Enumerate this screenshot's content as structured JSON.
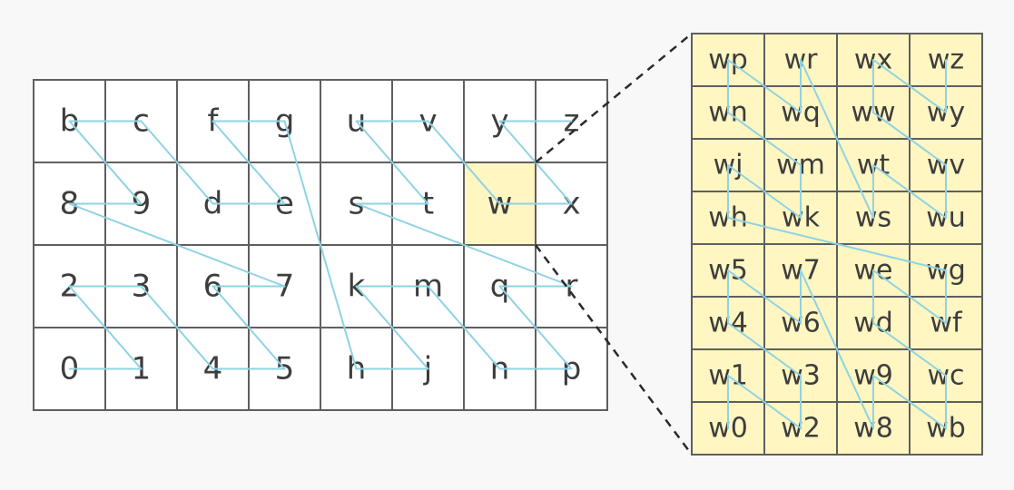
{
  "colors": {
    "background": "#f8f8f8",
    "grid_line": "#5f5f5f",
    "cell_fill": "#ffffff",
    "highlight_fill": "#fff6c2",
    "path_line": "#8fd3e3",
    "text": "#3d3d3d",
    "connector": "#2b2b2b"
  },
  "main_grid": {
    "highlight": "w",
    "rows": [
      [
        "b",
        "c",
        "f",
        "g",
        "u",
        "v",
        "y",
        "z"
      ],
      [
        "8",
        "9",
        "d",
        "e",
        "s",
        "t",
        "w",
        "x"
      ],
      [
        "2",
        "3",
        "6",
        "7",
        "k",
        "m",
        "q",
        "r"
      ],
      [
        "0",
        "1",
        "4",
        "5",
        "h",
        "j",
        "n",
        "p"
      ]
    ],
    "path_order": [
      "0",
      "1",
      "2",
      "3",
      "4",
      "5",
      "6",
      "7",
      "8",
      "9",
      "b",
      "c",
      "d",
      "e",
      "f",
      "g",
      "h",
      "j",
      "k",
      "m",
      "n",
      "p",
      "q",
      "r",
      "s",
      "t",
      "u",
      "v",
      "w",
      "x",
      "y",
      "z"
    ]
  },
  "zoom_grid": {
    "rows": [
      [
        "wp",
        "wr",
        "wx",
        "wz"
      ],
      [
        "wn",
        "wq",
        "ww",
        "wy"
      ],
      [
        "wj",
        "wm",
        "wt",
        "wv"
      ],
      [
        "wh",
        "wk",
        "ws",
        "wu"
      ],
      [
        "w5",
        "w7",
        "we",
        "wg"
      ],
      [
        "w4",
        "w6",
        "wd",
        "wf"
      ],
      [
        "w1",
        "w3",
        "w9",
        "wc"
      ],
      [
        "w0",
        "w2",
        "w8",
        "wb"
      ]
    ],
    "path_order": [
      "w0",
      "w1",
      "w2",
      "w3",
      "w4",
      "w5",
      "w6",
      "w7",
      "w8",
      "w9",
      "wb",
      "wc",
      "wd",
      "we",
      "wf",
      "wg",
      "wh",
      "wj",
      "wk",
      "wm",
      "wn",
      "wp",
      "wq",
      "wr",
      "ws",
      "wt",
      "wu",
      "wv",
      "ww",
      "wx",
      "wy",
      "wz"
    ]
  }
}
